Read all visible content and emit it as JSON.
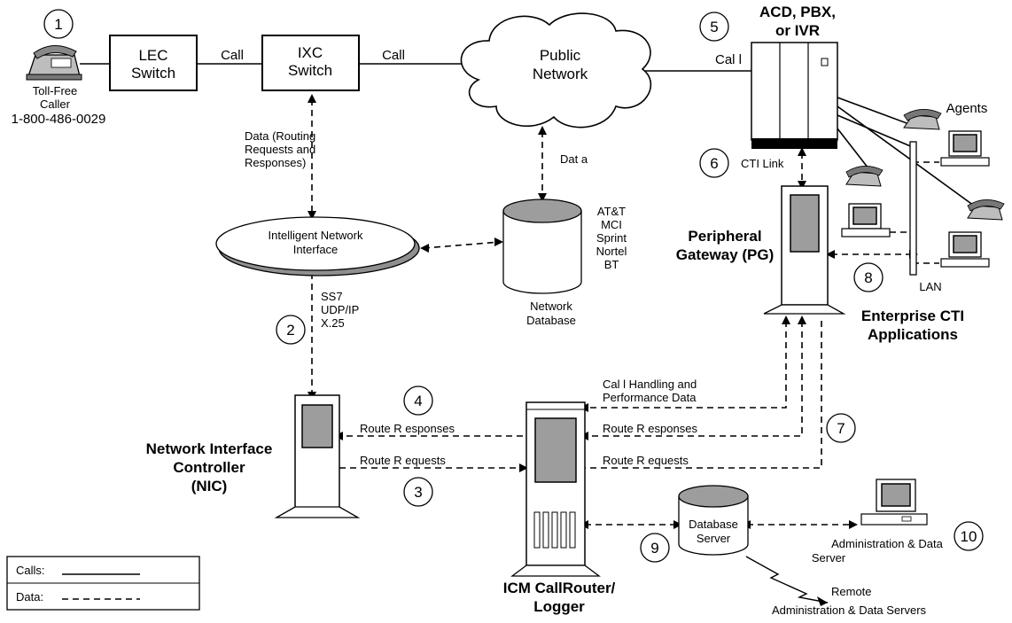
{
  "steps": [
    "1",
    "2",
    "3",
    "4",
    "5",
    "6",
    "7",
    "8",
    "9",
    "10"
  ],
  "caller": {
    "line1": "Toll-Free",
    "line2": "Caller",
    "phone": "1-800-486-0029"
  },
  "lec_switch": {
    "line1": "LEC",
    "line2": "Switch"
  },
  "ixc_switch": {
    "line1": "IXC",
    "line2": "Switch"
  },
  "public_network": {
    "line1": "Public",
    "line2": "Network"
  },
  "acd": {
    "line1": "ACD, PBX,",
    "line2": "or IVR"
  },
  "agents": "Agents",
  "links": {
    "call1": "Call",
    "call2": "Call",
    "call3": "Cal l",
    "routing_data": [
      "Data (Routing",
      "Requests and",
      "Responses)"
    ],
    "data": "Dat a",
    "cti_link": "CTI  Link",
    "protocols": [
      "SS7",
      "UDP/IP",
      "X.25"
    ],
    "call_handling": [
      "Cal l Handling  and",
      "Performance Data"
    ],
    "route_responses_pg": "Route R esponses",
    "route_requests_pg": "Route R equests",
    "route_responses_nic": "Route R esponses",
    "route_requests_nic": "Route R equests"
  },
  "ini": {
    "line1": "Intelligent Network",
    "line2": "Interface"
  },
  "network_db": {
    "carriers": [
      "AT&T",
      "MCI",
      "Sprint",
      "Nortel",
      "BT"
    ],
    "line1": "Network",
    "line2": "Database"
  },
  "pg": {
    "line1": "Peripheral",
    "line2": "Gateway (PG)"
  },
  "cti_apps": {
    "line1": "Enterprise CTI",
    "line2": "Applications"
  },
  "lan": "LAN",
  "nic": {
    "line1": "Network Interface",
    "line2": "Controller",
    "line3": "(NIC)"
  },
  "callrouter": {
    "line1": "ICM CallRouter/",
    "line2": "Logger"
  },
  "db_server": {
    "line1": "Database",
    "line2": "Server"
  },
  "admin": {
    "line1": "Administration & Data",
    "line2": "Server"
  },
  "remote": {
    "line1": "Remote",
    "line2": "Administration & Data Servers"
  },
  "legend": {
    "calls": "Calls:",
    "data": "Data:"
  }
}
